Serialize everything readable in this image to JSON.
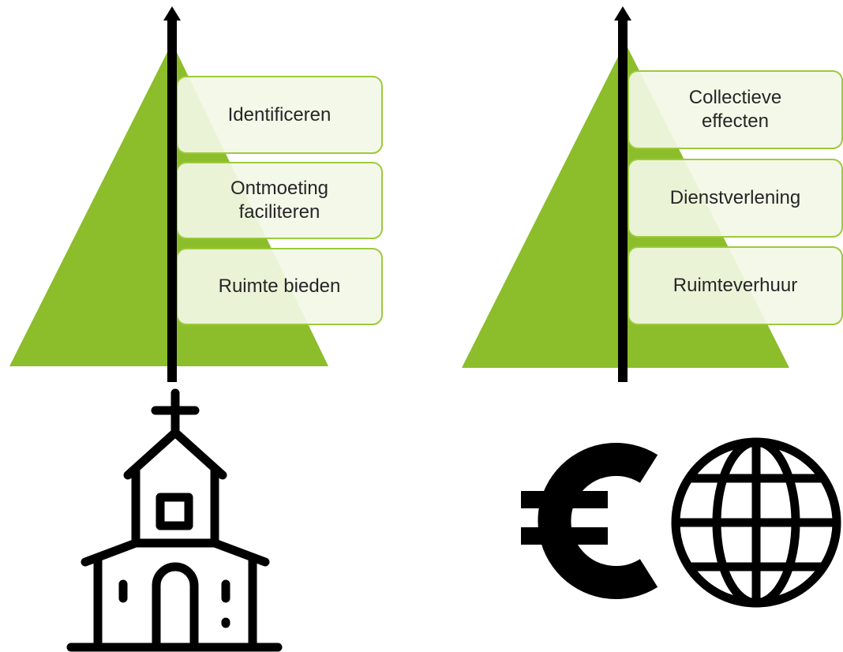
{
  "colors": {
    "triangle": "#8cbd2a",
    "box_fill": "#f3f7e6",
    "box_border": "#9ccb3c",
    "arrow": "#000000",
    "icon": "#000000",
    "text": "#262626"
  },
  "left_pyramid": {
    "levels": [
      {
        "label": "Identificeren"
      },
      {
        "label": "Ontmoeting\nfaciliteren"
      },
      {
        "label": "Ruimte bieden"
      }
    ],
    "icon": "church-icon"
  },
  "right_pyramid": {
    "levels": [
      {
        "label": "Collectieve\neffecten"
      },
      {
        "label": "Dienstverlening"
      },
      {
        "label": "Ruimteverhuur"
      }
    ],
    "icons": [
      "euro-icon",
      "globe-icon"
    ]
  }
}
